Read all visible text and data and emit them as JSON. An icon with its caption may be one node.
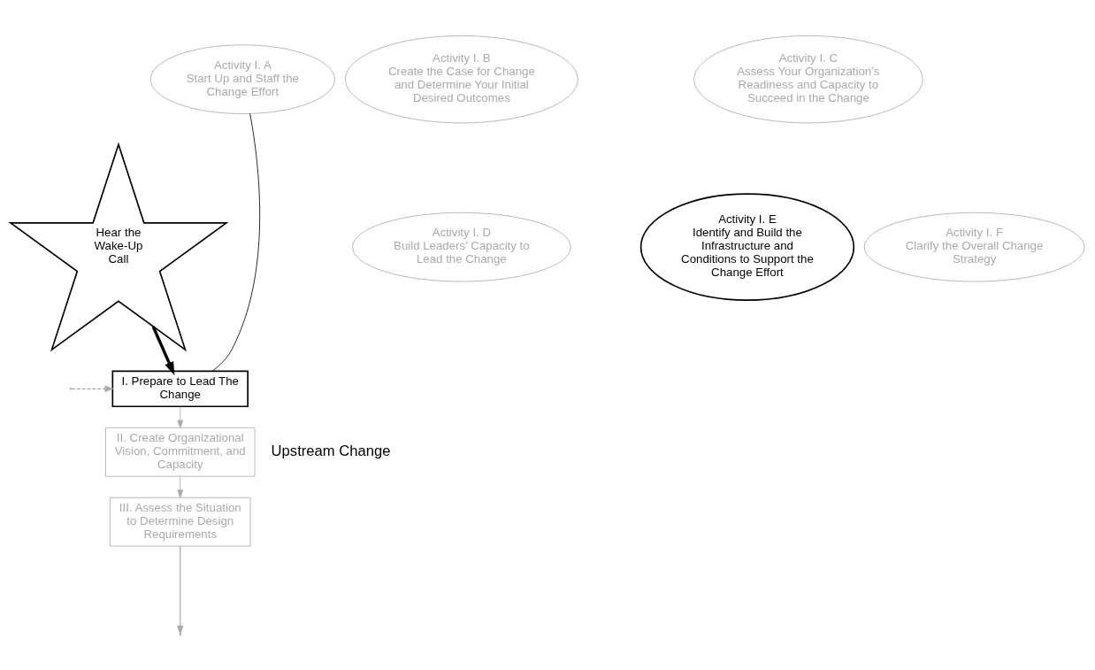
{
  "diagram": {
    "nodes": [
      {
        "text": [
          "Hear the Wake-Up Call"
        ]
      },
      {
        "text": [
          "I. Prepare to Lead The Change"
        ]
      },
      {
        "text": [
          "Activity I. A",
          "Start Up and Staff the Change Effort"
        ]
      },
      {
        "text": [
          "Activity I. B",
          "Create the Case for Change and Determine Your Initial Desired Outcomes"
        ]
      },
      {
        "text": [
          "Activity I. C",
          "Assess Your Organization’s Readiness and Capacity to Succeed in the Change"
        ]
      },
      {
        "text": [
          "Activity I. D",
          "Build Leaders’ Capacity to Lead the Change"
        ]
      },
      {
        "text": [
          "Activity I. E",
          "Identify and Build the Infrastructure and Conditions to Support the Change Effort"
        ]
      },
      {
        "text": [
          "Activity I. F",
          "Clarify the Overall Change Strategy"
        ]
      },
      {
        "text": [
          "II. Create Organizational Vision, Commitment, and Capacity"
        ]
      },
      {
        "text": [
          "III. Assess the Situation to Determine Design Requirements"
        ]
      }
    ],
    "edges": [
      {
        "from": 0,
        "to": 1,
        "arrow": "to",
        "style": "thick",
        "color": "#000000"
      },
      {
        "from": 2,
        "to": 1,
        "arrow": "none",
        "color": "#000000"
      },
      {
        "from": null,
        "to": 1,
        "arrow": "to",
        "style": "dashed",
        "color": "#aaaaaa"
      },
      {
        "from": 1,
        "to": 8,
        "arrow": "to",
        "color": "#aaaaaa"
      },
      {
        "from": 8,
        "to": 9,
        "arrow": "to",
        "color": "#aaaaaa"
      },
      {
        "from": 9,
        "to": null,
        "arrow": "to",
        "color": "#aaaaaa"
      }
    ],
    "labels": [
      "Upstream Change"
    ]
  }
}
